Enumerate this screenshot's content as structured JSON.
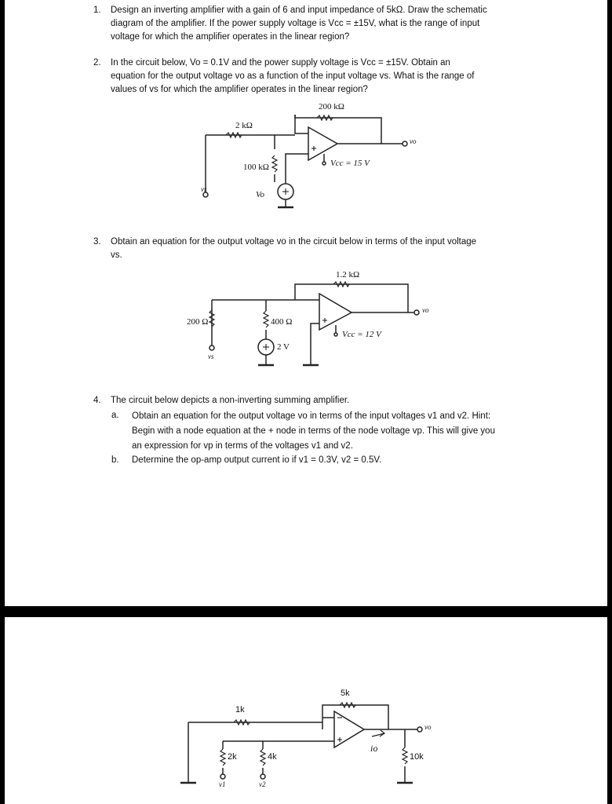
{
  "q1": {
    "num": "1.",
    "line1": "Design an inverting amplifier with a gain of 6 and input impedance of 5kΩ. Draw the schematic",
    "line2": "diagram of the amplifier. If the power supply voltage is Vcc = ±15V, what is the range of input",
    "line3": "voltage for which the amplifier operates in the linear region?"
  },
  "q2": {
    "num": "2.",
    "line1": "In the circuit below, Vo = 0.1V and the power supply voltage is Vcc = ±15V. Obtain an",
    "line2": "equation for the output voltage vo as a function of the input voltage vs. What is the range of",
    "line3": "values of vs for which the amplifier operates in the linear region?",
    "circuit": {
      "r_feedback": "200 kΩ",
      "r_input": "2 kΩ",
      "r_shunt": "100 kΩ",
      "supply": "Vcc = 15 V",
      "source": "Vo",
      "input": "vs",
      "output": "vo"
    }
  },
  "q3": {
    "num": "3.",
    "line1": "Obtain an equation for the output voltage vo in the circuit below in terms of the input voltage",
    "line2": "vs.",
    "circuit": {
      "r_feedback": "1.2 kΩ",
      "r_input": "200 Ω",
      "r_shunt": "400 Ω",
      "source": "2 V",
      "supply": "Vcc = 12 V",
      "input": "vs",
      "output": "vo"
    }
  },
  "q4": {
    "num": "4.",
    "line1": "The circuit below depicts a non-inverting summing amplifier.",
    "a_label": "a.",
    "a_line1": "Obtain an equation for the output voltage vo in terms of the input voltages v1 and v2. Hint:",
    "a_line2": "Begin with a node equation at the + node in terms of the node voltage vp. This will give you",
    "a_line3": "an expression for vp in terms of the voltages v1 and v2.",
    "b_label": "b.",
    "b_line1": "Determine the op-amp output current io if v1 = 0.3V, v2 = 0.5V.",
    "circuit": {
      "r_feedback": "5k",
      "r_input": "1k",
      "r_v1": "2k",
      "r_v2": "4k",
      "r_load": "10k",
      "current": "io",
      "v1": "v1",
      "v2": "v2",
      "output": "vo",
      "plus": "+",
      "minus": "−"
    }
  }
}
